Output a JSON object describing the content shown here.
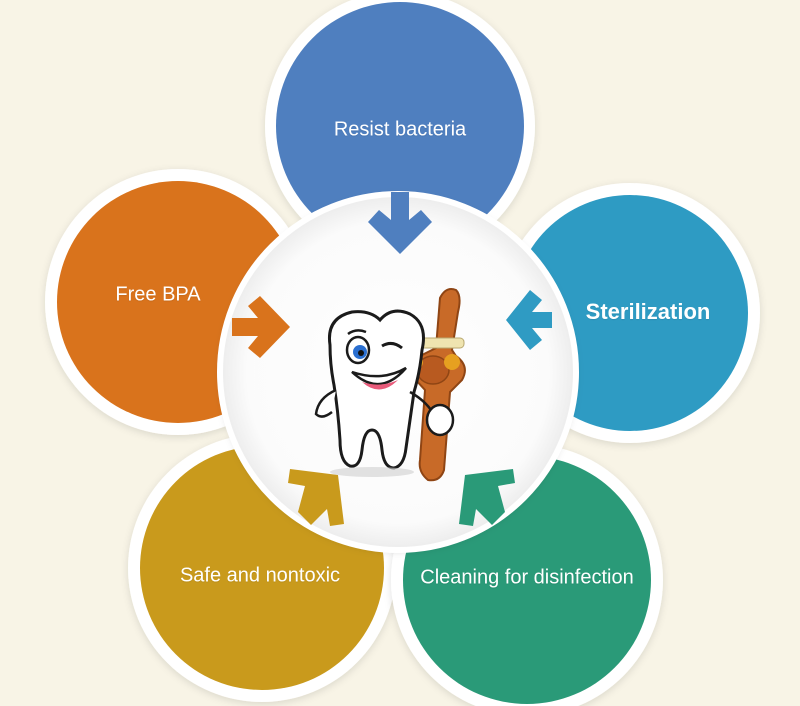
{
  "center_image": "tooth-mascot-holding-toothbrush",
  "petals": [
    {
      "id": "resist-bacteria",
      "label": "Resist bacteria",
      "color": "#4f7fbf"
    },
    {
      "id": "sterilization",
      "label": "Sterilization",
      "color": "#2f9bc3"
    },
    {
      "id": "cleaning",
      "label": "Cleaning for disinfection",
      "color": "#2a9a78"
    },
    {
      "id": "safe",
      "label": "Safe and nontoxic",
      "color": "#c99a1c"
    },
    {
      "id": "free-bpa",
      "label": "Free BPA",
      "color": "#d9731c"
    }
  ]
}
